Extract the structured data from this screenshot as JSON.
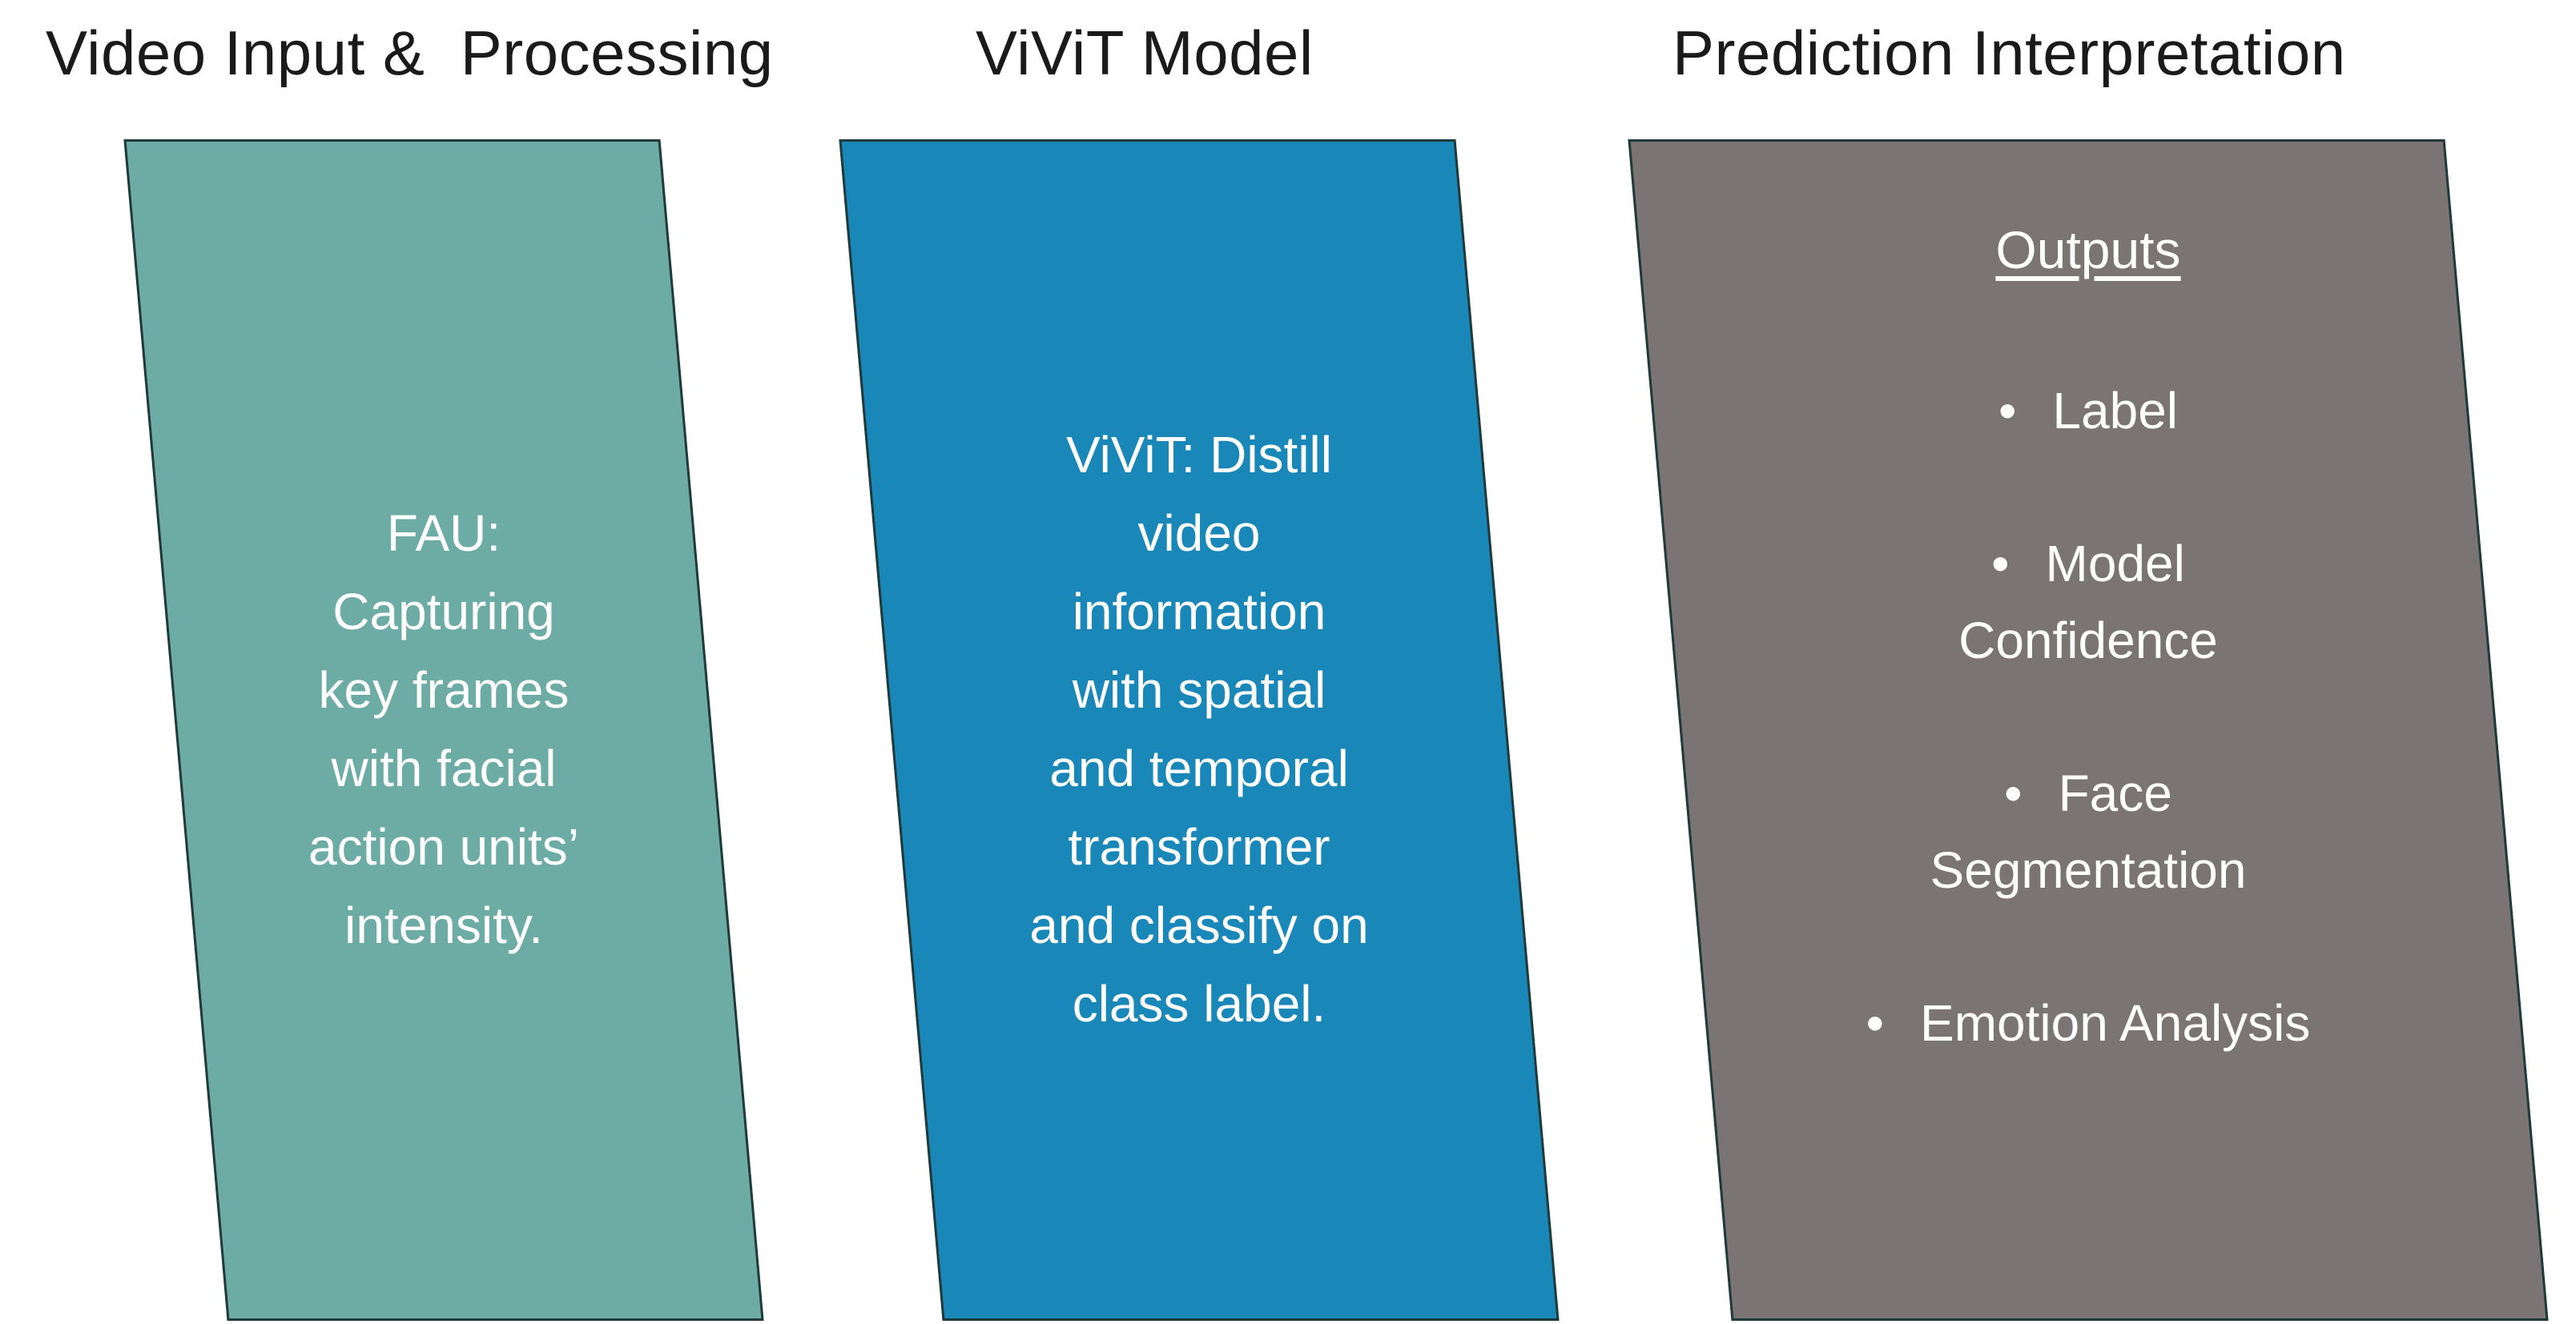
{
  "colors": {
    "background": "#FFFFFF",
    "title_text": "#1A1A1A",
    "panel_text": "#FFFFFF",
    "panel_border": "#203A3A",
    "panel1_bg": "#6CACA4",
    "panel2_bg": "#1987B8",
    "panel3_bg": "#7A7475"
  },
  "titles": [
    {
      "label": "Video Input &  Processing"
    },
    {
      "label": "ViViT Model"
    },
    {
      "label": "Prediction Interpretation"
    }
  ],
  "panels": [
    {
      "body_lines": [
        "FAU:",
        "Capturing",
        "key frames",
        "with facial",
        "action units’",
        "intensity."
      ]
    },
    {
      "body_lines": [
        "ViViT: Distill",
        "video",
        "information",
        "with spatial",
        "and temporal",
        "transformer",
        "and classify on",
        "class label."
      ]
    },
    {
      "heading": "Outputs",
      "bullet_char": "•",
      "bullets": [
        {
          "lines": [
            "Label"
          ]
        },
        {
          "lines": [
            "Model",
            "Confidence"
          ]
        },
        {
          "lines": [
            "Face",
            "Segmentation"
          ]
        },
        {
          "lines": [
            "Emotion Analysis"
          ]
        }
      ]
    }
  ]
}
